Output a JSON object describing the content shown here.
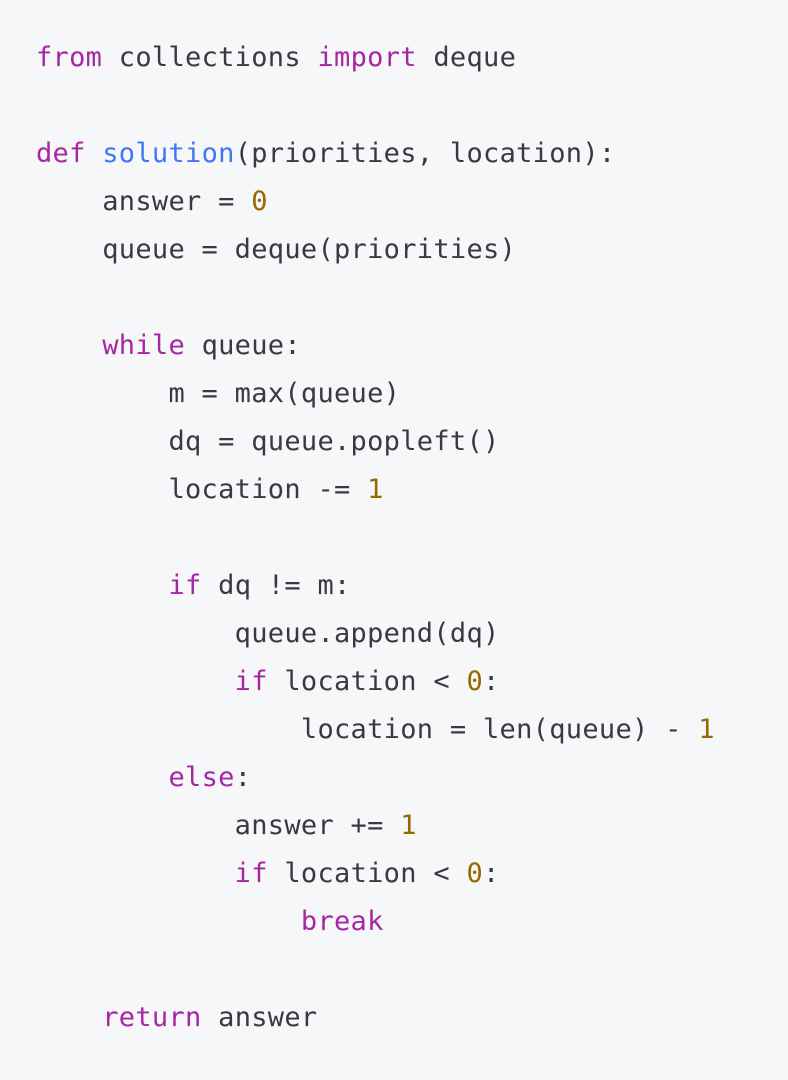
{
  "colors": {
    "background": "#f6f7f8",
    "plain": "#383a42",
    "keyword": "#a626a4",
    "function": "#4078f2",
    "number": "#986801"
  },
  "code": {
    "language": "python",
    "lines": [
      {
        "tokens": [
          {
            "t": "from",
            "c": "keyword"
          },
          {
            "t": " collections ",
            "c": "plain"
          },
          {
            "t": "import",
            "c": "keyword"
          },
          {
            "t": " deque",
            "c": "plain"
          }
        ]
      },
      {
        "tokens": []
      },
      {
        "tokens": [
          {
            "t": "def",
            "c": "keyword"
          },
          {
            "t": " ",
            "c": "plain"
          },
          {
            "t": "solution",
            "c": "function"
          },
          {
            "t": "(priorities, location):",
            "c": "plain"
          }
        ]
      },
      {
        "tokens": [
          {
            "t": "    answer = ",
            "c": "plain"
          },
          {
            "t": "0",
            "c": "number"
          }
        ]
      },
      {
        "tokens": [
          {
            "t": "    queue = deque(priorities)",
            "c": "plain"
          }
        ]
      },
      {
        "tokens": []
      },
      {
        "tokens": [
          {
            "t": "    ",
            "c": "plain"
          },
          {
            "t": "while",
            "c": "keyword"
          },
          {
            "t": " queue:",
            "c": "plain"
          }
        ]
      },
      {
        "tokens": [
          {
            "t": "        m = max(queue)",
            "c": "plain"
          }
        ]
      },
      {
        "tokens": [
          {
            "t": "        dq = queue.popleft()",
            "c": "plain"
          }
        ]
      },
      {
        "tokens": [
          {
            "t": "        location -= ",
            "c": "plain"
          },
          {
            "t": "1",
            "c": "number"
          }
        ]
      },
      {
        "tokens": []
      },
      {
        "tokens": [
          {
            "t": "        ",
            "c": "plain"
          },
          {
            "t": "if",
            "c": "keyword"
          },
          {
            "t": " dq != m:",
            "c": "plain"
          }
        ]
      },
      {
        "tokens": [
          {
            "t": "            queue.append(dq)",
            "c": "plain"
          }
        ]
      },
      {
        "tokens": [
          {
            "t": "            ",
            "c": "plain"
          },
          {
            "t": "if",
            "c": "keyword"
          },
          {
            "t": " location < ",
            "c": "plain"
          },
          {
            "t": "0",
            "c": "number"
          },
          {
            "t": ":",
            "c": "plain"
          }
        ]
      },
      {
        "tokens": [
          {
            "t": "                location = len(queue) - ",
            "c": "plain"
          },
          {
            "t": "1",
            "c": "number"
          }
        ]
      },
      {
        "tokens": [
          {
            "t": "        ",
            "c": "plain"
          },
          {
            "t": "else",
            "c": "keyword"
          },
          {
            "t": ":",
            "c": "plain"
          }
        ]
      },
      {
        "tokens": [
          {
            "t": "            answer += ",
            "c": "plain"
          },
          {
            "t": "1",
            "c": "number"
          }
        ]
      },
      {
        "tokens": [
          {
            "t": "            ",
            "c": "plain"
          },
          {
            "t": "if",
            "c": "keyword"
          },
          {
            "t": " location < ",
            "c": "plain"
          },
          {
            "t": "0",
            "c": "number"
          },
          {
            "t": ":",
            "c": "plain"
          }
        ]
      },
      {
        "tokens": [
          {
            "t": "                ",
            "c": "plain"
          },
          {
            "t": "break",
            "c": "keyword"
          }
        ]
      },
      {
        "tokens": []
      },
      {
        "tokens": [
          {
            "t": "    ",
            "c": "plain"
          },
          {
            "t": "return",
            "c": "keyword"
          },
          {
            "t": " answer",
            "c": "plain"
          }
        ]
      }
    ]
  }
}
